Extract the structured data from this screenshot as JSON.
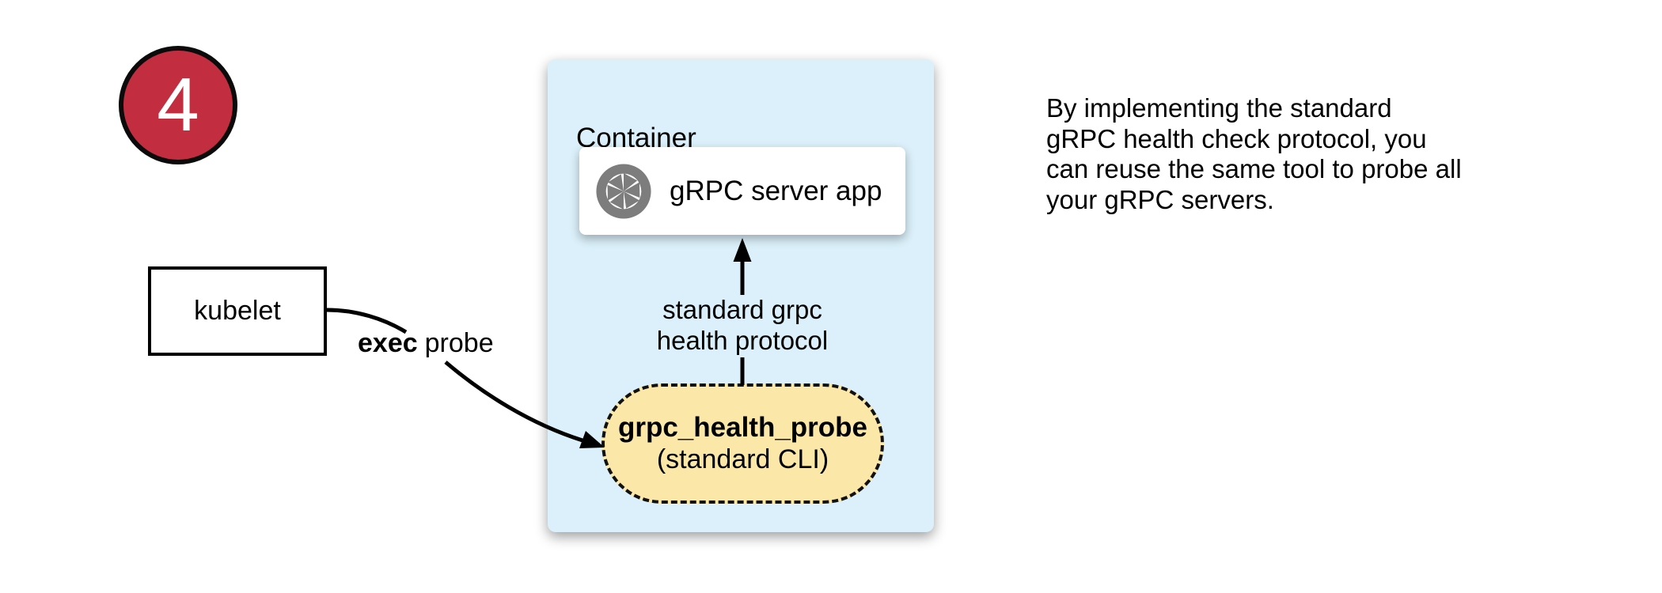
{
  "badge": {
    "number": "4"
  },
  "colors": {
    "badge_red": "#C22D40",
    "container_blue": "#DBF0FA",
    "pill_yellow": "#FBE7A7",
    "icon_gray": "#7D7D7D",
    "arrow_black": "#000000"
  },
  "kubelet": {
    "label": "kubelet"
  },
  "exec_probe_label": {
    "emphasis": "exec",
    "rest": "probe"
  },
  "container": {
    "title": "Container",
    "server_app": {
      "label": "gRPC server app",
      "icon": "aperture-icon"
    },
    "protocol_arrow_label": {
      "line1": "standard grpc",
      "line2": "health protocol"
    },
    "probe_pill": {
      "title": "grpc_health_probe",
      "subtitle": "(standard CLI)"
    }
  },
  "note": {
    "lines": [
      "By implementing the standard",
      "gRPC health check protocol, you",
      "can reuse the same tool to probe all",
      "your gRPC servers."
    ]
  }
}
